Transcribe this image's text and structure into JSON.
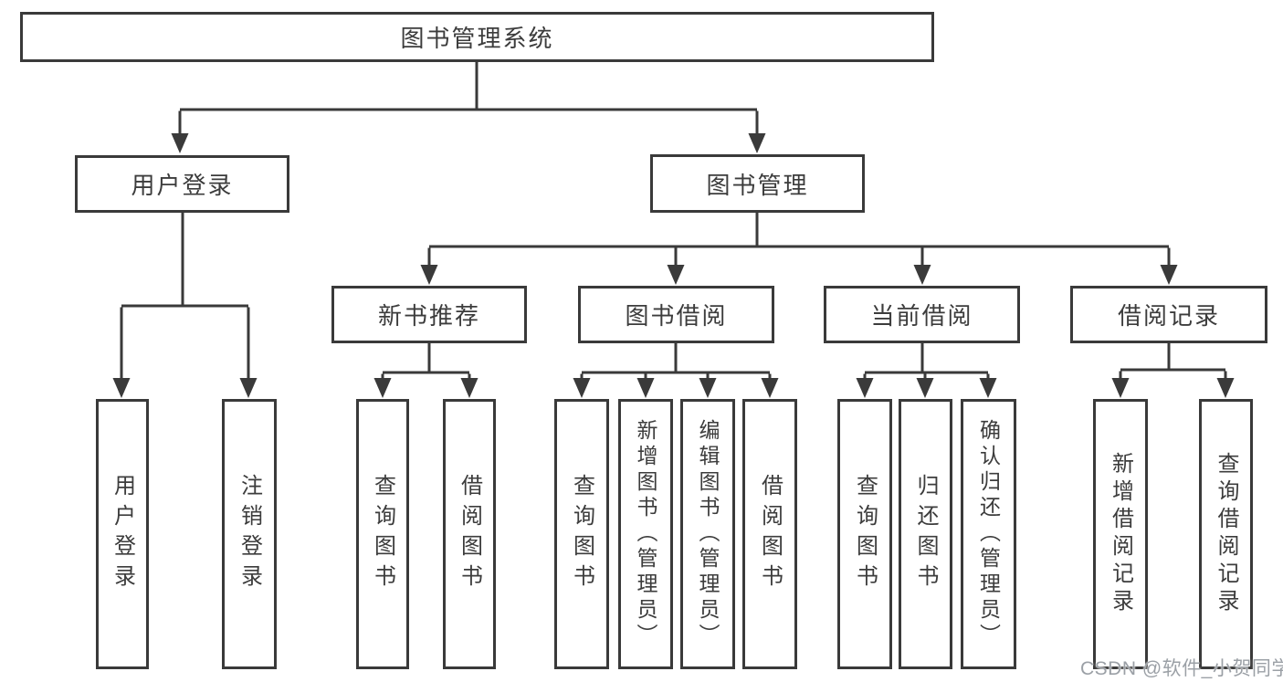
{
  "root": {
    "label": "图书管理系统"
  },
  "level2": {
    "user_login": {
      "label": "用户登录",
      "children": [
        "用户登录",
        "注销登录"
      ]
    },
    "book_management": {
      "label": "图书管理"
    }
  },
  "modules": [
    {
      "label": "新书推荐",
      "children": [
        "查询图书",
        "借阅图书"
      ]
    },
    {
      "label": "图书借阅",
      "children": [
        "查询图书",
        "新增图书（管理员）",
        "编辑图书（管理员）",
        "借阅图书"
      ]
    },
    {
      "label": "当前借阅",
      "children": [
        "查询图书",
        "归还图书",
        "确认归还（管理员）"
      ]
    },
    {
      "label": "借阅记录",
      "children": [
        "新增借阅记录",
        "查询借阅记录"
      ]
    }
  ],
  "watermark": "CSDN @软件_小贺同学",
  "colors": {
    "line": "#3a3a3a",
    "text": "#3c3c3c",
    "background": "#ffffff",
    "watermark": "#9ba0a6"
  }
}
